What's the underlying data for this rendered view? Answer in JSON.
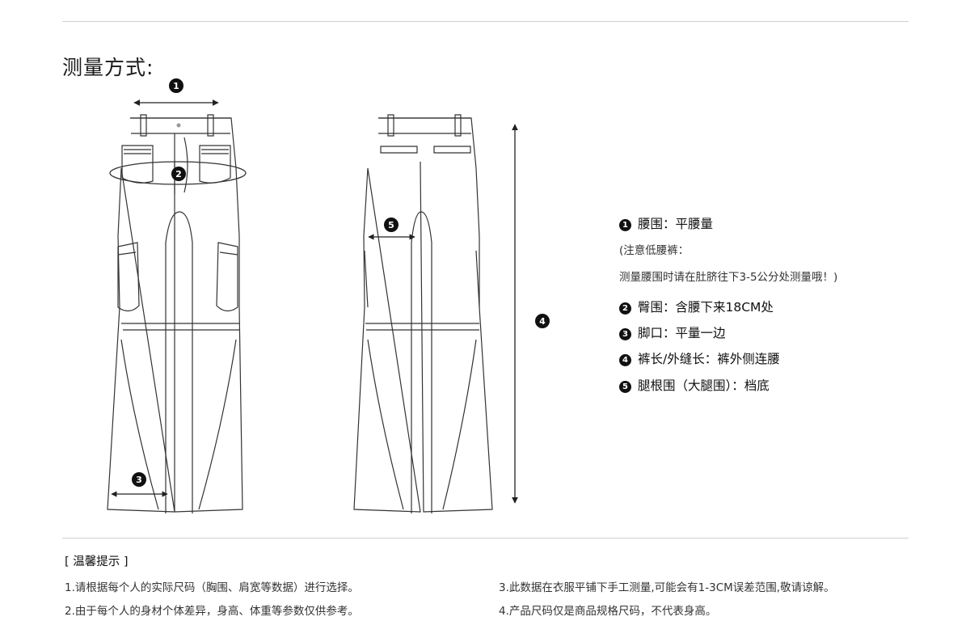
{
  "heading": "测量方式:",
  "markers": {
    "m1": "1",
    "m2": "2",
    "m3": "3",
    "m4": "4",
    "m5": "5"
  },
  "legend": {
    "item1": "腰围：平腰量",
    "note1": "(注意低腰裤：",
    "note2": "测量腰围时请在肚脐往下3-5公分处测量哦！)",
    "item2": "臀围：含腰下来18CM处",
    "item3": "脚口：平量一边",
    "item4": "裤长/外缝长：裤外侧连腰",
    "item5": "腿根围（大腿围）：档底"
  },
  "tips": {
    "title": "[ 温馨提示 ]",
    "t1": "1.请根据每个人的实际尺码（胸围、肩宽等数据）进行选择。",
    "t2": "2.由于每个人的身材个体差异，身高、体重等参数仅供参考。",
    "t3": "3.此数据在衣服平铺下手工测量,可能会有1-3CM误差范围,敬请谅解。",
    "t4": "4.产品尺码仅是商品规格尺码，不代表身高。"
  },
  "colors": {
    "line": "#333333",
    "rule": "#cfcfcf",
    "bullet": "#111111"
  }
}
